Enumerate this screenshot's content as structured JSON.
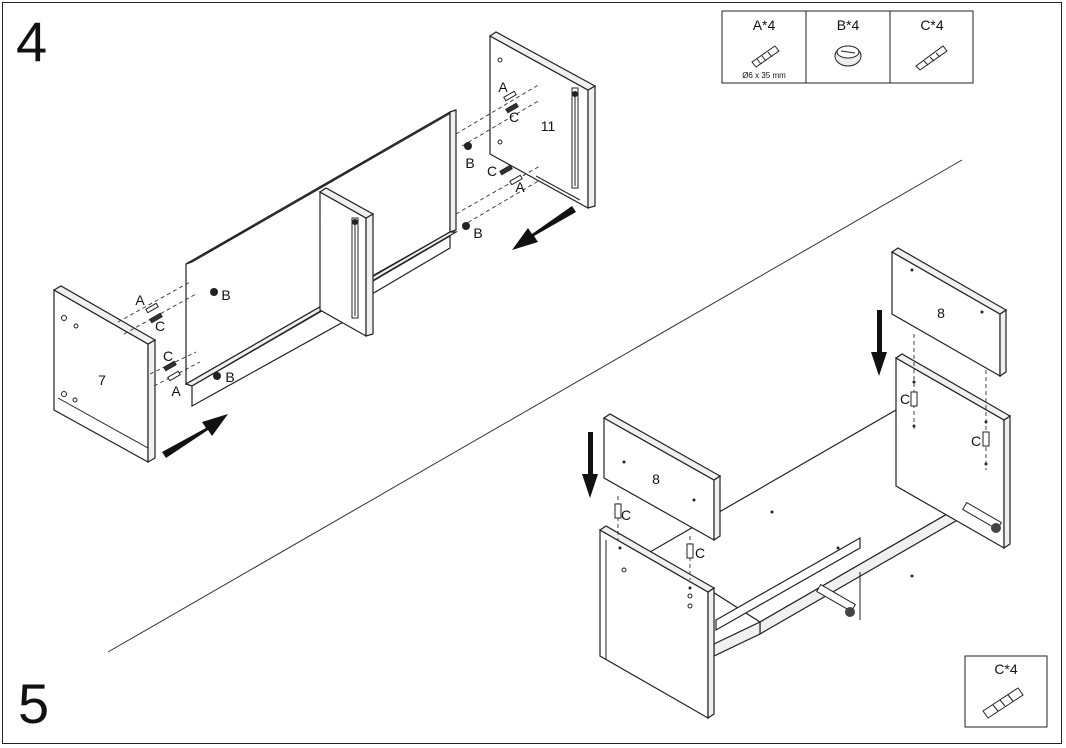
{
  "steps": {
    "first": "4",
    "second": "5"
  },
  "parts_box_top": {
    "items": [
      {
        "label": "A*4",
        "note": "Ø6 x 35 mm",
        "icon": "dowel-icon"
      },
      {
        "label": "B*4",
        "icon": "cam-lock-icon"
      },
      {
        "label": "C*4",
        "icon": "cam-bolt-icon"
      }
    ]
  },
  "parts_box_bottom": {
    "label": "C*4",
    "icon": "cam-bolt-icon"
  },
  "panels": {
    "side_left": "7",
    "side_right": "11",
    "top_a": "8",
    "top_b": "8"
  },
  "hardware_labels": {
    "a": "A",
    "b": "B",
    "c": "C"
  }
}
